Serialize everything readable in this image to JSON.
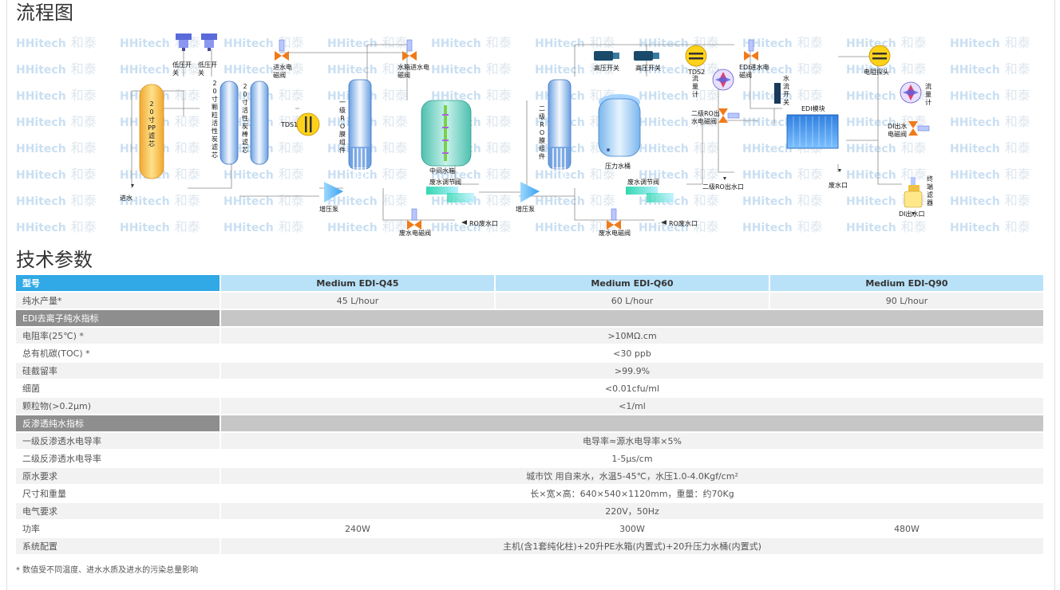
{
  "page": {
    "flow_title": "流程图",
    "spec_title": "技术参数",
    "footnote": "* 数值受不同温度、进水水质及进水的污染总量影响"
  },
  "watermark": {
    "en": "HHitech",
    "cn": "和泰"
  },
  "diagram": {
    "labels": {
      "lp1": "低压开关",
      "lp2": "低压开关",
      "inlet_valve": "进水电磁阀",
      "tank_inlet_valve": "水箱进水电磁阀",
      "hp1": "高压开关",
      "hp2": "高压开关",
      "tds2": "TDS2",
      "edi_inlet_valve": "EDI进水电磁阀",
      "res_probe": "电阻探头",
      "pp_filter": "20寸PP滤芯",
      "gac_filter": "20寸颗粒活性炭滤芯",
      "cto_filter": "20寸活性炭棒滤芯",
      "tds1": "TDS1",
      "ro1": "一级RO膜组件",
      "mid_tank": "中间水箱",
      "waste_adj1": "废水调节阀",
      "ro2": "二级RO膜组件",
      "pressure_tank": "压力水桶",
      "waste_adj2": "废水调节阀",
      "flowmeter1": "流量计",
      "ro2_outlet_valve": "二级RO出水电磁阀",
      "flow_switch": "水流开关",
      "edi_module": "EDI模块",
      "flowmeter2": "流量计",
      "di_outlet_valve": "DI出水电磁阀",
      "inlet": "进水",
      "pump1": "增压泵",
      "pump2": "增压泵",
      "waste_valve1": "废水电磁阀",
      "waste_valve2": "废水电磁阀",
      "ro_waste1": "RO废水口",
      "ro_waste2": "RO废水口",
      "ro2_outlet": "二级RO出水口",
      "waste_outlet": "废水口",
      "terminal_filter": "终端滤器",
      "di_outlet": "DI出水口"
    }
  },
  "spec": {
    "header": [
      "型号",
      "Medium EDI-Q45",
      "Medium EDI-Q60",
      "Medium EDI-Q90"
    ],
    "rows": [
      {
        "type": "triple",
        "label": "纯水产量*",
        "values": [
          "45 L/hour",
          "60 L/hour",
          "90 L/hour"
        ]
      },
      {
        "type": "section",
        "label": "EDI去离子纯水指标"
      },
      {
        "type": "single",
        "label": "电阻率(25℃) *",
        "value": ">10MΩ.cm"
      },
      {
        "type": "single",
        "label": "总有机碳(TOC) *",
        "value": "<30 ppb"
      },
      {
        "type": "single",
        "label": "硅截留率",
        "value": ">99.9%"
      },
      {
        "type": "single",
        "label": "细菌",
        "value": "<0.01cfu/ml"
      },
      {
        "type": "single",
        "label": "颗粒物(>0.2μm)",
        "value": "<1/ml"
      },
      {
        "type": "section",
        "label": "反渗透纯水指标"
      },
      {
        "type": "single",
        "label": "一级反渗透水电导率",
        "value": "电导率≈源水电导率×5%"
      },
      {
        "type": "single",
        "label": "二级反渗透水电导率",
        "value": "1-5μs/cm"
      },
      {
        "type": "single",
        "label": "原水要求",
        "value": "城市饮 用自来水，水温5-45℃，水压1.0-4.0Kgf/cm²"
      },
      {
        "type": "single",
        "label": "尺寸和重量",
        "value": "长×宽×高：640×540×1120mm，重量：约70Kg"
      },
      {
        "type": "single",
        "label": "电气要求",
        "value": "220V，50Hz"
      },
      {
        "type": "triple",
        "label": "功率",
        "values": [
          "240W",
          "300W",
          "480W"
        ]
      },
      {
        "type": "single",
        "label": "系统配置",
        "value": "主机(含1套纯化柱)+20升PE水箱(内置式)+20升压力水桶(内置式)"
      }
    ]
  }
}
